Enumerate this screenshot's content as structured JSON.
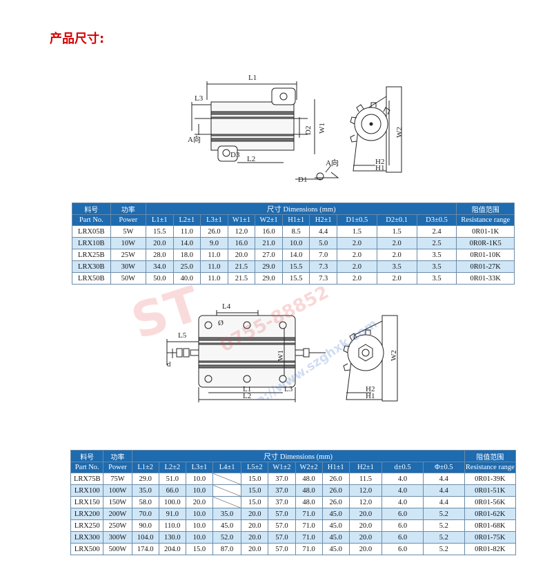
{
  "page": {
    "heading": "产品尺寸:"
  },
  "drawing1": {
    "labels": [
      "L1",
      "L3",
      "A向",
      "D2",
      "W1",
      "D3",
      "L2",
      "W2",
      "H2",
      "H1",
      "A向",
      "D1"
    ]
  },
  "table1": {
    "header": {
      "part_cn": "料号",
      "part_en": "Part No.",
      "power_cn": "功率",
      "power_en": "Power",
      "dims": "尺寸 Dimensions (mm)",
      "res_cn": "阻值范围",
      "res_en": "Resistance range",
      "columns": [
        "L1±1",
        "L2±1",
        "L3±1",
        "W1±1",
        "W2±1",
        "H1±1",
        "H2±1",
        "D1±0.5",
        "D2±0.1",
        "D3±0.5"
      ]
    },
    "rows": [
      [
        "LRX05B",
        "5W",
        "15.5",
        "11.0",
        "26.0",
        "12.0",
        "16.0",
        "8.5",
        "4.4",
        "1.5",
        "1.5",
        "2.4",
        "0R01-1K"
      ],
      [
        "LRX10B",
        "10W",
        "20.0",
        "14.0",
        "9.0",
        "16.0",
        "21.0",
        "10.0",
        "5.0",
        "2.0",
        "2.0",
        "2.5",
        "0R0R-1K5"
      ],
      [
        "LRX25B",
        "25W",
        "28.0",
        "18.0",
        "11.0",
        "20.0",
        "27.0",
        "14.0",
        "7.0",
        "2.0",
        "2.0",
        "3.5",
        "0R01-10K"
      ],
      [
        "LRX30B",
        "30W",
        "34.0",
        "25.0",
        "11.0",
        "21.5",
        "29.0",
        "15.5",
        "7.3",
        "2.0",
        "3.5",
        "3.5",
        "0R01-27K"
      ],
      [
        "LRX50B",
        "50W",
        "50.0",
        "40.0",
        "11.0",
        "21.5",
        "29.0",
        "15.5",
        "7.3",
        "2.0",
        "2.0",
        "3.5",
        "0R01-33K"
      ]
    ]
  },
  "drawing2": {
    "labels": [
      "L4",
      "Ø",
      "L5",
      "d",
      "W1",
      "L1",
      "L3",
      "L2",
      "W2",
      "H2",
      "H1"
    ]
  },
  "table2": {
    "header": {
      "part_cn": "料号",
      "part_en": "Part No.",
      "power_cn": "功率",
      "power_en": "Power",
      "dims": "尺寸 Dimensions (mm)",
      "res_cn": "阻值范围",
      "res_en": "Resistance range",
      "columns": [
        "L1±2",
        "L2±2",
        "L3±1",
        "L4±1",
        "L5±2",
        "W1±2",
        "W2±2",
        "H1±1",
        "H2±1",
        "d±0.5",
        "Φ±0.5"
      ]
    },
    "rows": [
      [
        "LRX75B",
        "75W",
        "29.0",
        "51.0",
        "10.0",
        "",
        "15.0",
        "37.0",
        "48.0",
        "26.0",
        "11.5",
        "4.0",
        "4.4",
        "0R01-39K"
      ],
      [
        "LRX100",
        "100W",
        "35.0",
        "66.0",
        "10.0",
        "",
        "15.0",
        "37.0",
        "48.0",
        "26.0",
        "12.0",
        "4.0",
        "4.4",
        "0R01-51K"
      ],
      [
        "LRX150",
        "150W",
        "58.0",
        "100.0",
        "20.0",
        "",
        "15.0",
        "37.0",
        "48.0",
        "26.0",
        "12.0",
        "4.0",
        "4.4",
        "0R01-56K"
      ],
      [
        "LRX200",
        "200W",
        "70.0",
        "91.0",
        "10.0",
        "35.0",
        "20.0",
        "57.0",
        "71.0",
        "45.0",
        "20.0",
        "6.0",
        "5.2",
        "0R01-62K"
      ],
      [
        "LRX250",
        "250W",
        "90.0",
        "110.0",
        "10.0",
        "45.0",
        "20.0",
        "57.0",
        "71.0",
        "45.0",
        "20.0",
        "6.0",
        "5.2",
        "0R01-68K"
      ],
      [
        "LRX300",
        "300W",
        "104.0",
        "130.0",
        "10.0",
        "52.0",
        "20.0",
        "57.0",
        "71.0",
        "45.0",
        "20.0",
        "6.0",
        "5.2",
        "0R01-75K"
      ],
      [
        "LRX500",
        "500W",
        "174.0",
        "204.0",
        "15.0",
        "87.0",
        "20.0",
        "57.0",
        "71.0",
        "45.0",
        "20.0",
        "6.0",
        "5.2",
        "0R01-82K"
      ]
    ]
  },
  "watermark": {
    "logo": "ST",
    "phone": "0755-88852",
    "url": "http://www.szghxk.com"
  }
}
